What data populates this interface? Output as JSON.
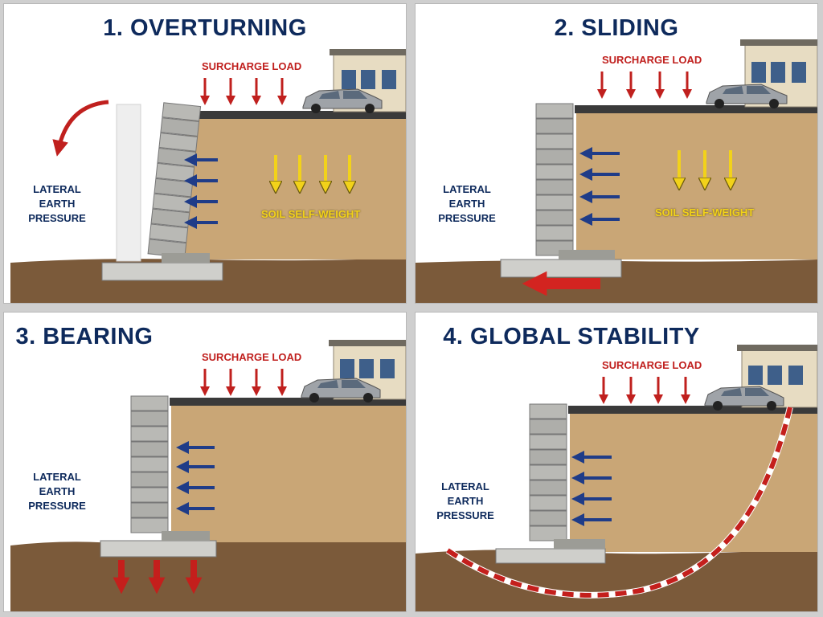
{
  "panels": [
    {
      "title": "1. OVERTURNING",
      "surcharge": "SURCHARGE LOAD",
      "lateral": [
        "LATERAL",
        "EARTH",
        "PRESSURE"
      ],
      "self_weight": "SOIL SELF-WEIGHT"
    },
    {
      "title": "2. SLIDING",
      "surcharge": "SURCHARGE LOAD",
      "lateral": [
        "LATERAL",
        "EARTH",
        "PRESSURE"
      ],
      "self_weight": "SOIL SELF-WEIGHT"
    },
    {
      "title": "3. BEARING",
      "surcharge": "SURCHARGE LOAD",
      "lateral": [
        "LATERAL",
        "EARTH",
        "PRESSURE"
      ]
    },
    {
      "title": "4. GLOBAL STABILITY",
      "surcharge": "SURCHARGE LOAD",
      "lateral": [
        "LATERAL",
        "EARTH",
        "PRESSURE"
      ]
    }
  ],
  "colors": {
    "title": "#0e2a5c",
    "surcharge_arrow": "#c0201e",
    "lateral_arrow": "#1f3c88",
    "self_weight_arrow": "#f2d21a",
    "soil_fill": "#c9a676",
    "ground": "#7b5a3a",
    "wall_block": "#b9b9b5"
  }
}
